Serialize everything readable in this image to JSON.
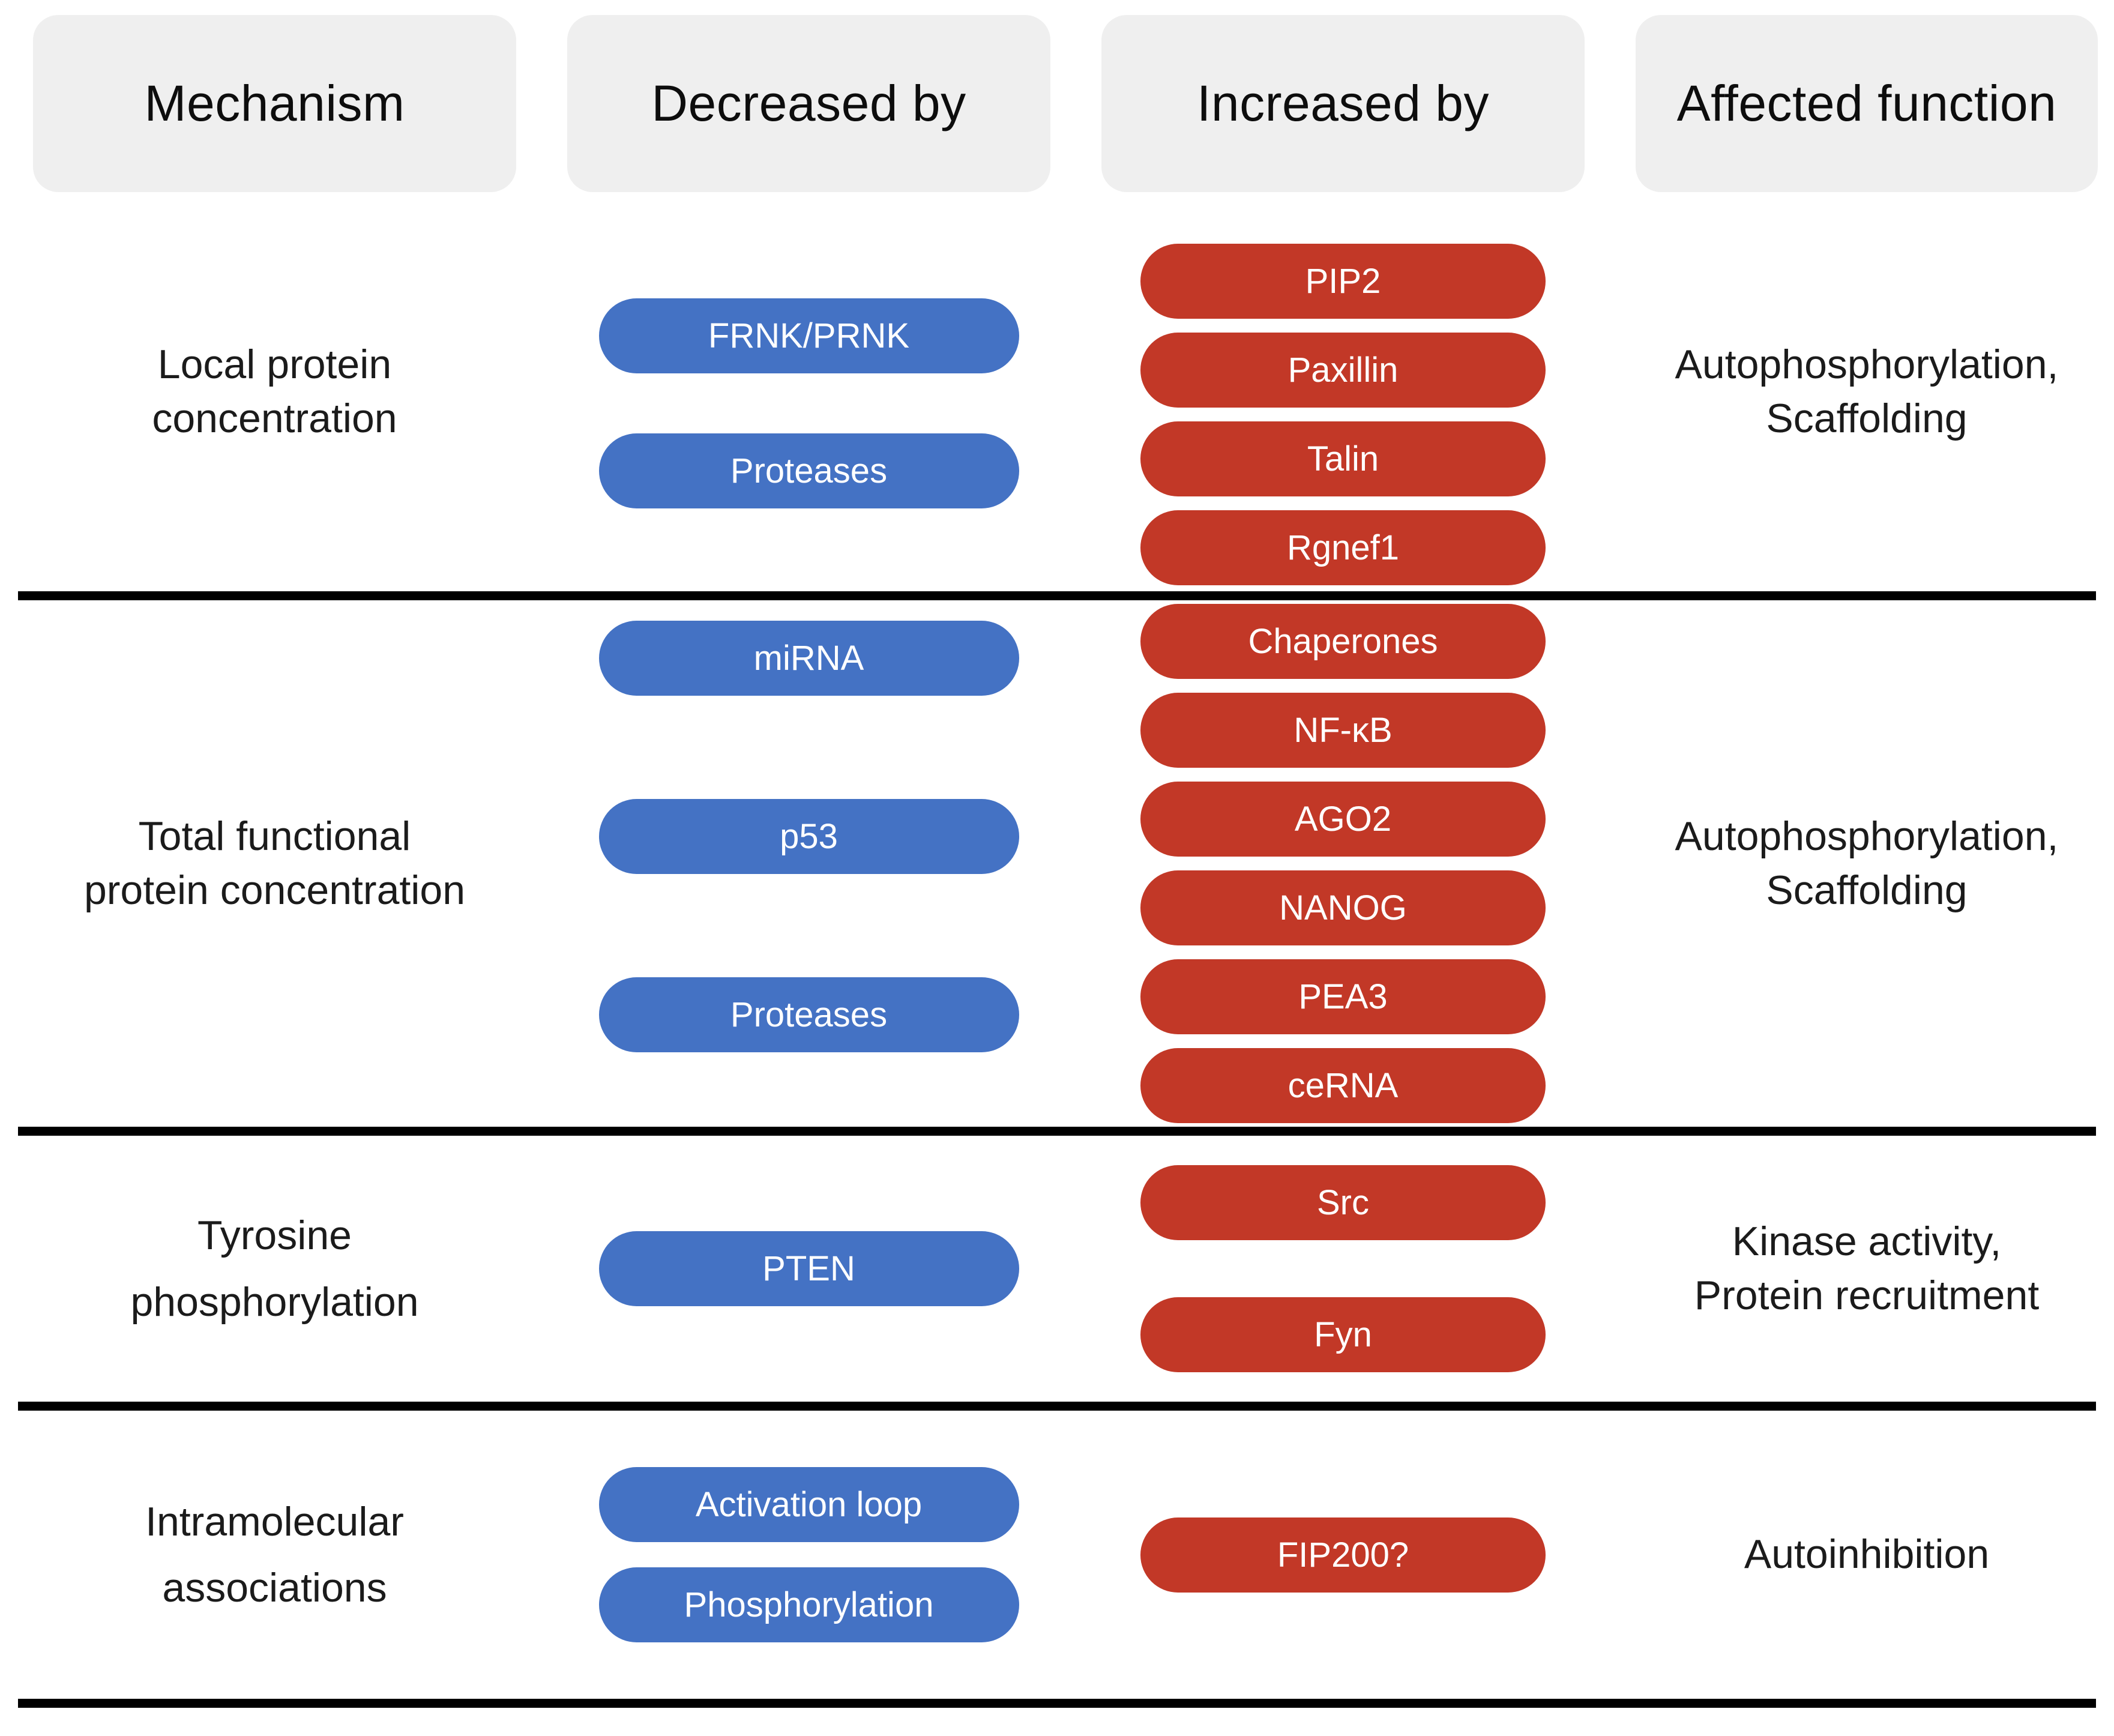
{
  "header": {
    "col1": "Mechanism",
    "col2": "Decreased by",
    "col3": "Increased by",
    "col4": "Affected function"
  },
  "rows": [
    {
      "mechanism": [
        "Local protein",
        "concentration"
      ],
      "decreased": [
        "FRNK/PRNK",
        "Proteases"
      ],
      "increased": [
        "PIP2",
        "Paxillin",
        "Talin",
        "Rgnef1"
      ],
      "affected": [
        "Autophosphorylation,",
        "Scaffolding"
      ]
    },
    {
      "mechanism": [
        "Total functional",
        "protein concentration"
      ],
      "decreased": [
        "miRNA",
        "p53",
        "Proteases"
      ],
      "increased": [
        "Chaperones",
        "NF-κB",
        "AGO2",
        "NANOG",
        "PEA3",
        "ceRNA"
      ],
      "affected": [
        "Autophosphorylation,",
        "Scaffolding"
      ]
    },
    {
      "mechanism": [
        "Tyrosine",
        "phosphorylation"
      ],
      "decreased": [
        "PTEN"
      ],
      "increased": [
        "Src",
        "Fyn"
      ],
      "affected": [
        "Kinase activity,",
        "Protein recruitment"
      ]
    },
    {
      "mechanism": [
        "Intramolecular",
        "associations"
      ],
      "decreased": [
        "Activation loop",
        "Phosphorylation"
      ],
      "increased": [
        "FIP200?"
      ],
      "affected": [
        "Autoinhibition"
      ]
    }
  ],
  "colors": {
    "decreased_pill": "#4472c4",
    "increased_pill": "#c23827",
    "header_bg": "#efefef",
    "text": "#1b1b1b",
    "divider": "#000000"
  }
}
